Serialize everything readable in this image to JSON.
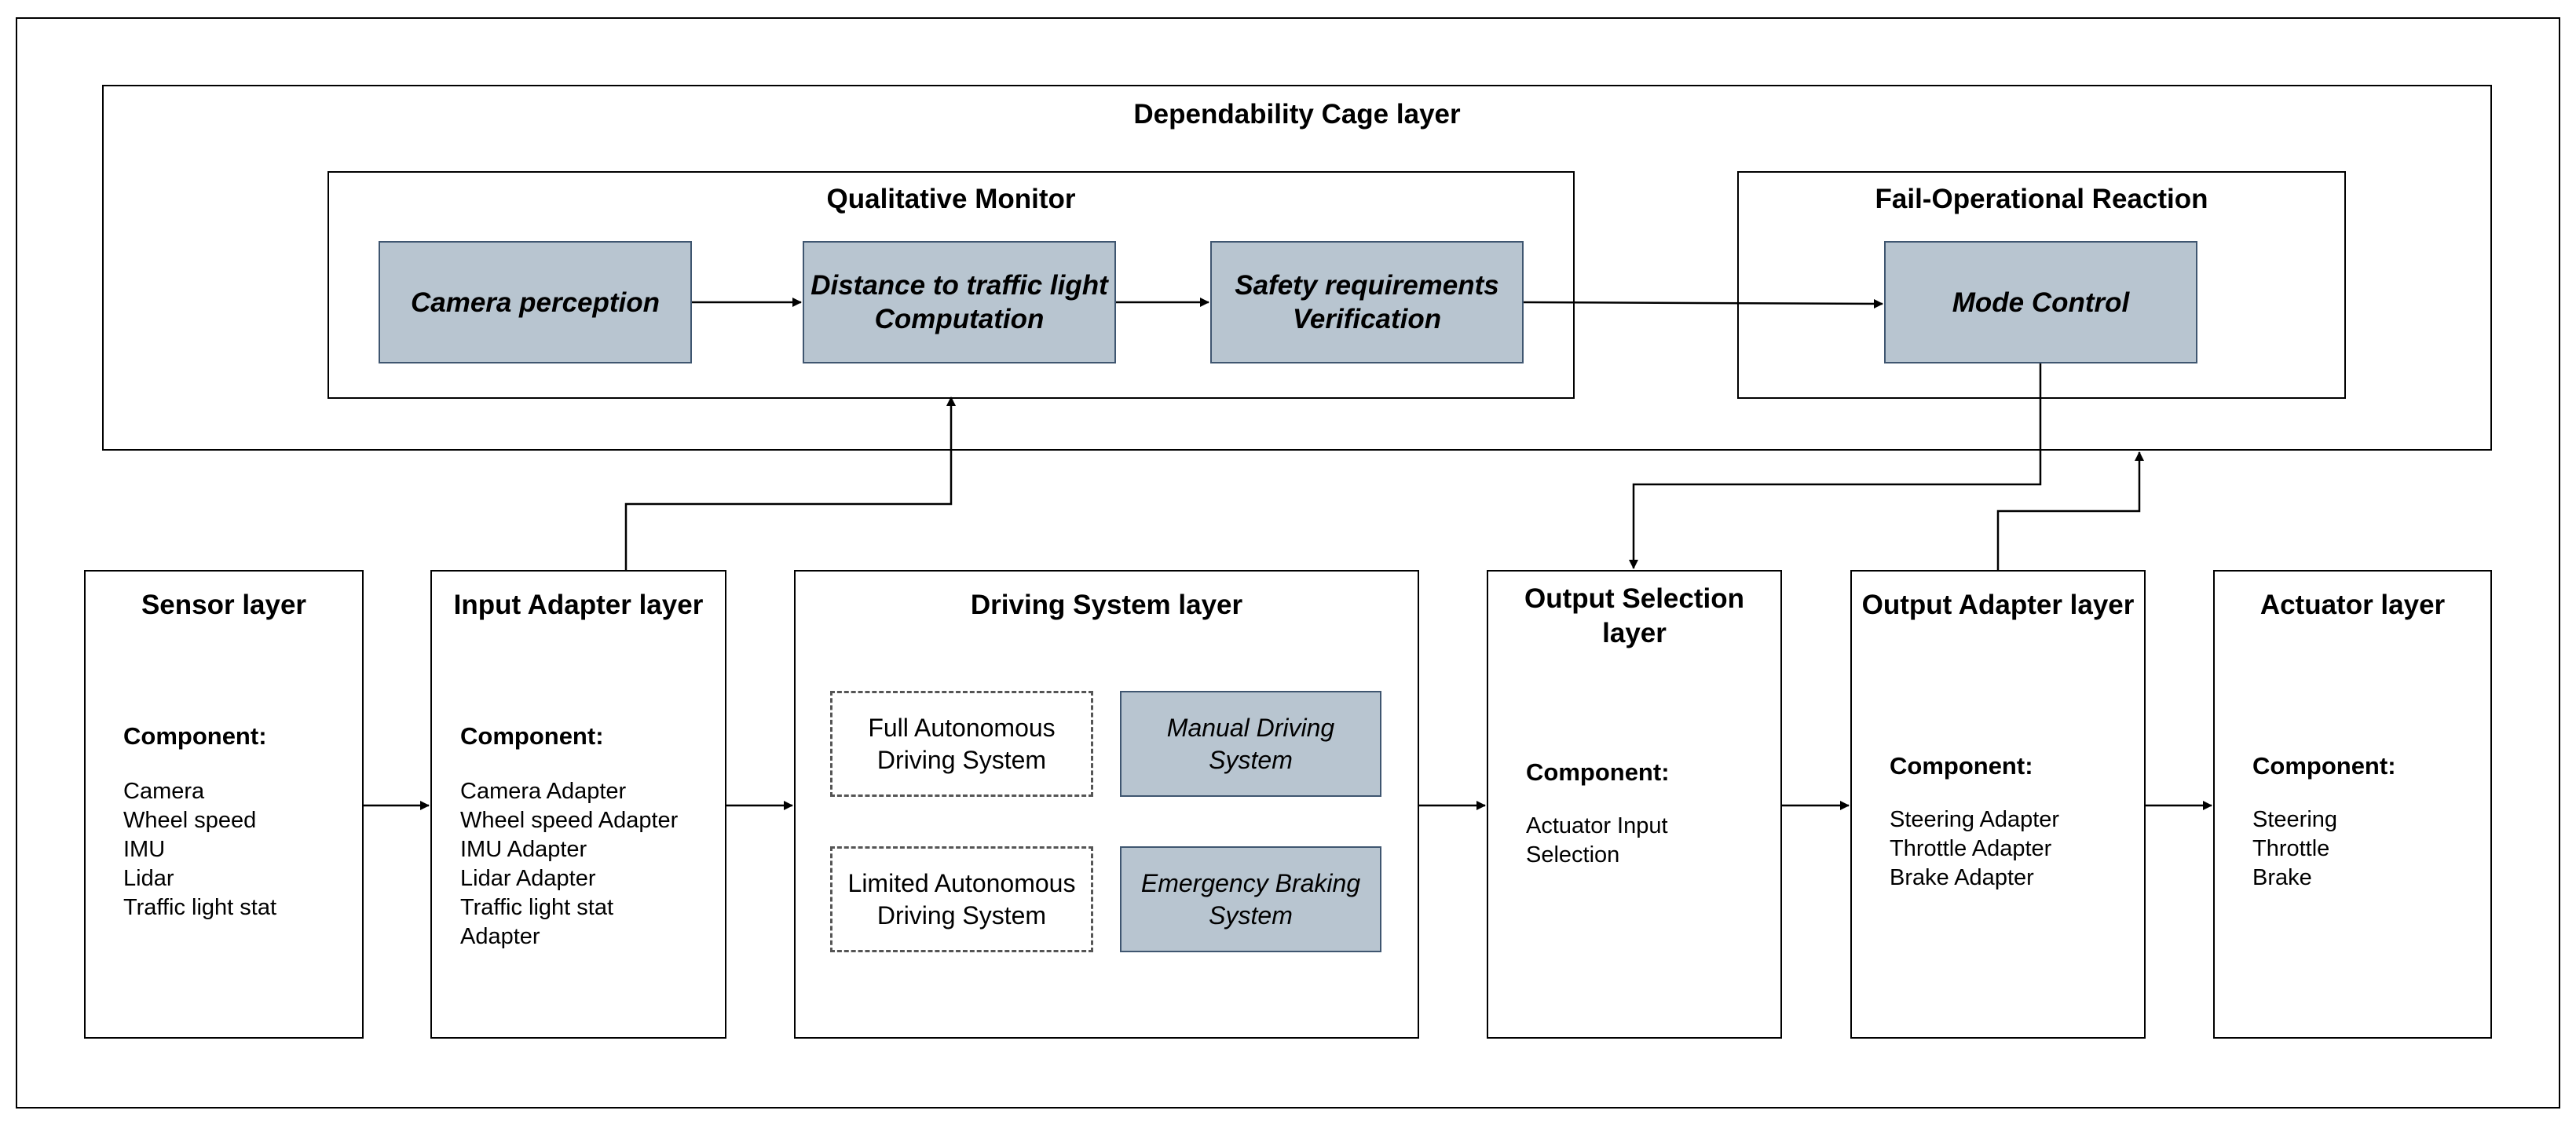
{
  "dependability_cage": {
    "title": "Dependability Cage layer",
    "qualitative_monitor": {
      "title": "Qualitative Monitor",
      "nodes": [
        {
          "lines": [
            "Camera perception"
          ]
        },
        {
          "lines": [
            "Distance to traffic light",
            "Computation"
          ]
        },
        {
          "lines": [
            "Safety requirements",
            "Verification"
          ]
        }
      ]
    },
    "fail_operational": {
      "title": "Fail-Operational Reaction",
      "node": {
        "lines": [
          "Mode Control"
        ]
      }
    }
  },
  "layers": {
    "sensor": {
      "title": "Sensor layer",
      "component_label": "Component:",
      "items": [
        "Camera",
        "Wheel speed",
        "IMU",
        "Lidar",
        "Traffic light stat"
      ]
    },
    "input_adapter": {
      "title": "Input Adapter layer",
      "component_label": "Component:",
      "items": [
        "Camera Adapter",
        "Wheel speed Adapter",
        "IMU Adapter",
        "Lidar Adapter",
        "Traffic light stat",
        "Adapter"
      ]
    },
    "driving_system": {
      "title": "Driving System layer",
      "full_autonomous": [
        "Full Autonomous",
        "Driving System"
      ],
      "manual_driving": [
        "Manual Driving",
        "System"
      ],
      "limited_autonomous": [
        "Limited Autonomous",
        "Driving System"
      ],
      "emergency_braking": [
        "Emergency Braking",
        "System"
      ]
    },
    "output_selection": {
      "title_lines": [
        "Output Selection",
        "layer"
      ],
      "component_label": "Component:",
      "items": [
        "Actuator Input",
        "Selection"
      ]
    },
    "output_adapter": {
      "title": "Output Adapter layer",
      "component_label": "Component:",
      "items": [
        "Steering Adapter",
        "Throttle Adapter",
        "Brake Adapter"
      ]
    },
    "actuator": {
      "title": "Actuator layer",
      "component_label": "Component:",
      "items": [
        "Steering",
        "Throttle",
        "Brake"
      ]
    }
  },
  "colors": {
    "node_fill": "#b8c5d0",
    "node_border": "#3f5670",
    "line": "#000000"
  }
}
